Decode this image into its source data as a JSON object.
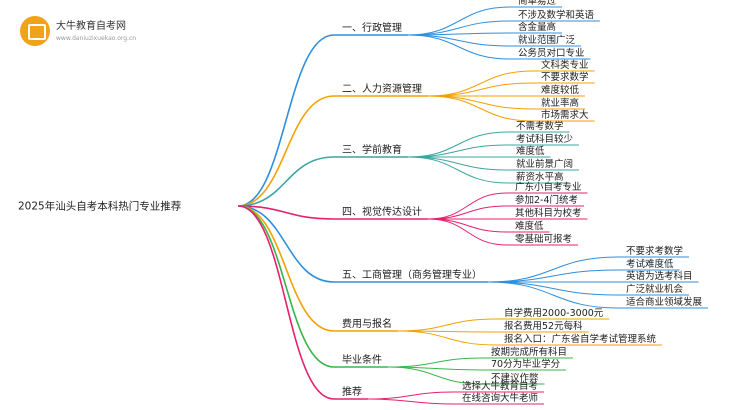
{
  "logo": {
    "title": "大牛教育自考网",
    "url": "www.daniuzixuekao.org.cn"
  },
  "root": {
    "label": "2025年汕头自考本科热门专业推荐"
  },
  "branches": [
    {
      "label": "一、行政管理",
      "color": "#2e8fdc",
      "children": [
        "简单易过",
        "不涉及数学和英语",
        "含金量高",
        "就业范围广泛",
        "公务员对口专业"
      ]
    },
    {
      "label": "二、人力资源管理",
      "color": "#f2a100",
      "children": [
        "文科类专业",
        "不要求数学",
        "难度较低",
        "就业率高",
        "市场需求大"
      ]
    },
    {
      "label": "三、学前教育",
      "color": "#3aa6a0",
      "children": [
        "不需考数学",
        "考试科目较少",
        "难度低",
        "就业前景广阔",
        "薪资水平高"
      ]
    },
    {
      "label": "四、视觉传达设计",
      "color": "#e6206e",
      "children": [
        "广东小自考专业",
        "参加2-4门统考",
        "其他科目为校考",
        "难度低",
        "零基础可报考"
      ]
    },
    {
      "label": "五、工商管理（商务管理专业）",
      "color": "#2e8fdc",
      "children": [
        "不要求考数学",
        "考试难度低",
        "英语为选考科目",
        "广泛就业机会",
        "适合商业领域发展"
      ]
    },
    {
      "label": "费用与报名",
      "color": "#f2a100",
      "children": [
        "自学费用2000-3000元",
        "报名费用52元每科",
        "报名入口：广东省自学考试管理系统"
      ]
    },
    {
      "label": "毕业条件",
      "color": "#3ab54a",
      "children": [
        "按期完成所有科目",
        "70分为毕业学分",
        "不建议作弊"
      ]
    },
    {
      "label": "推荐",
      "color": "#e6206e",
      "children": [
        "选择大牛教育自考",
        "在线咨询大牛老师"
      ]
    }
  ]
}
